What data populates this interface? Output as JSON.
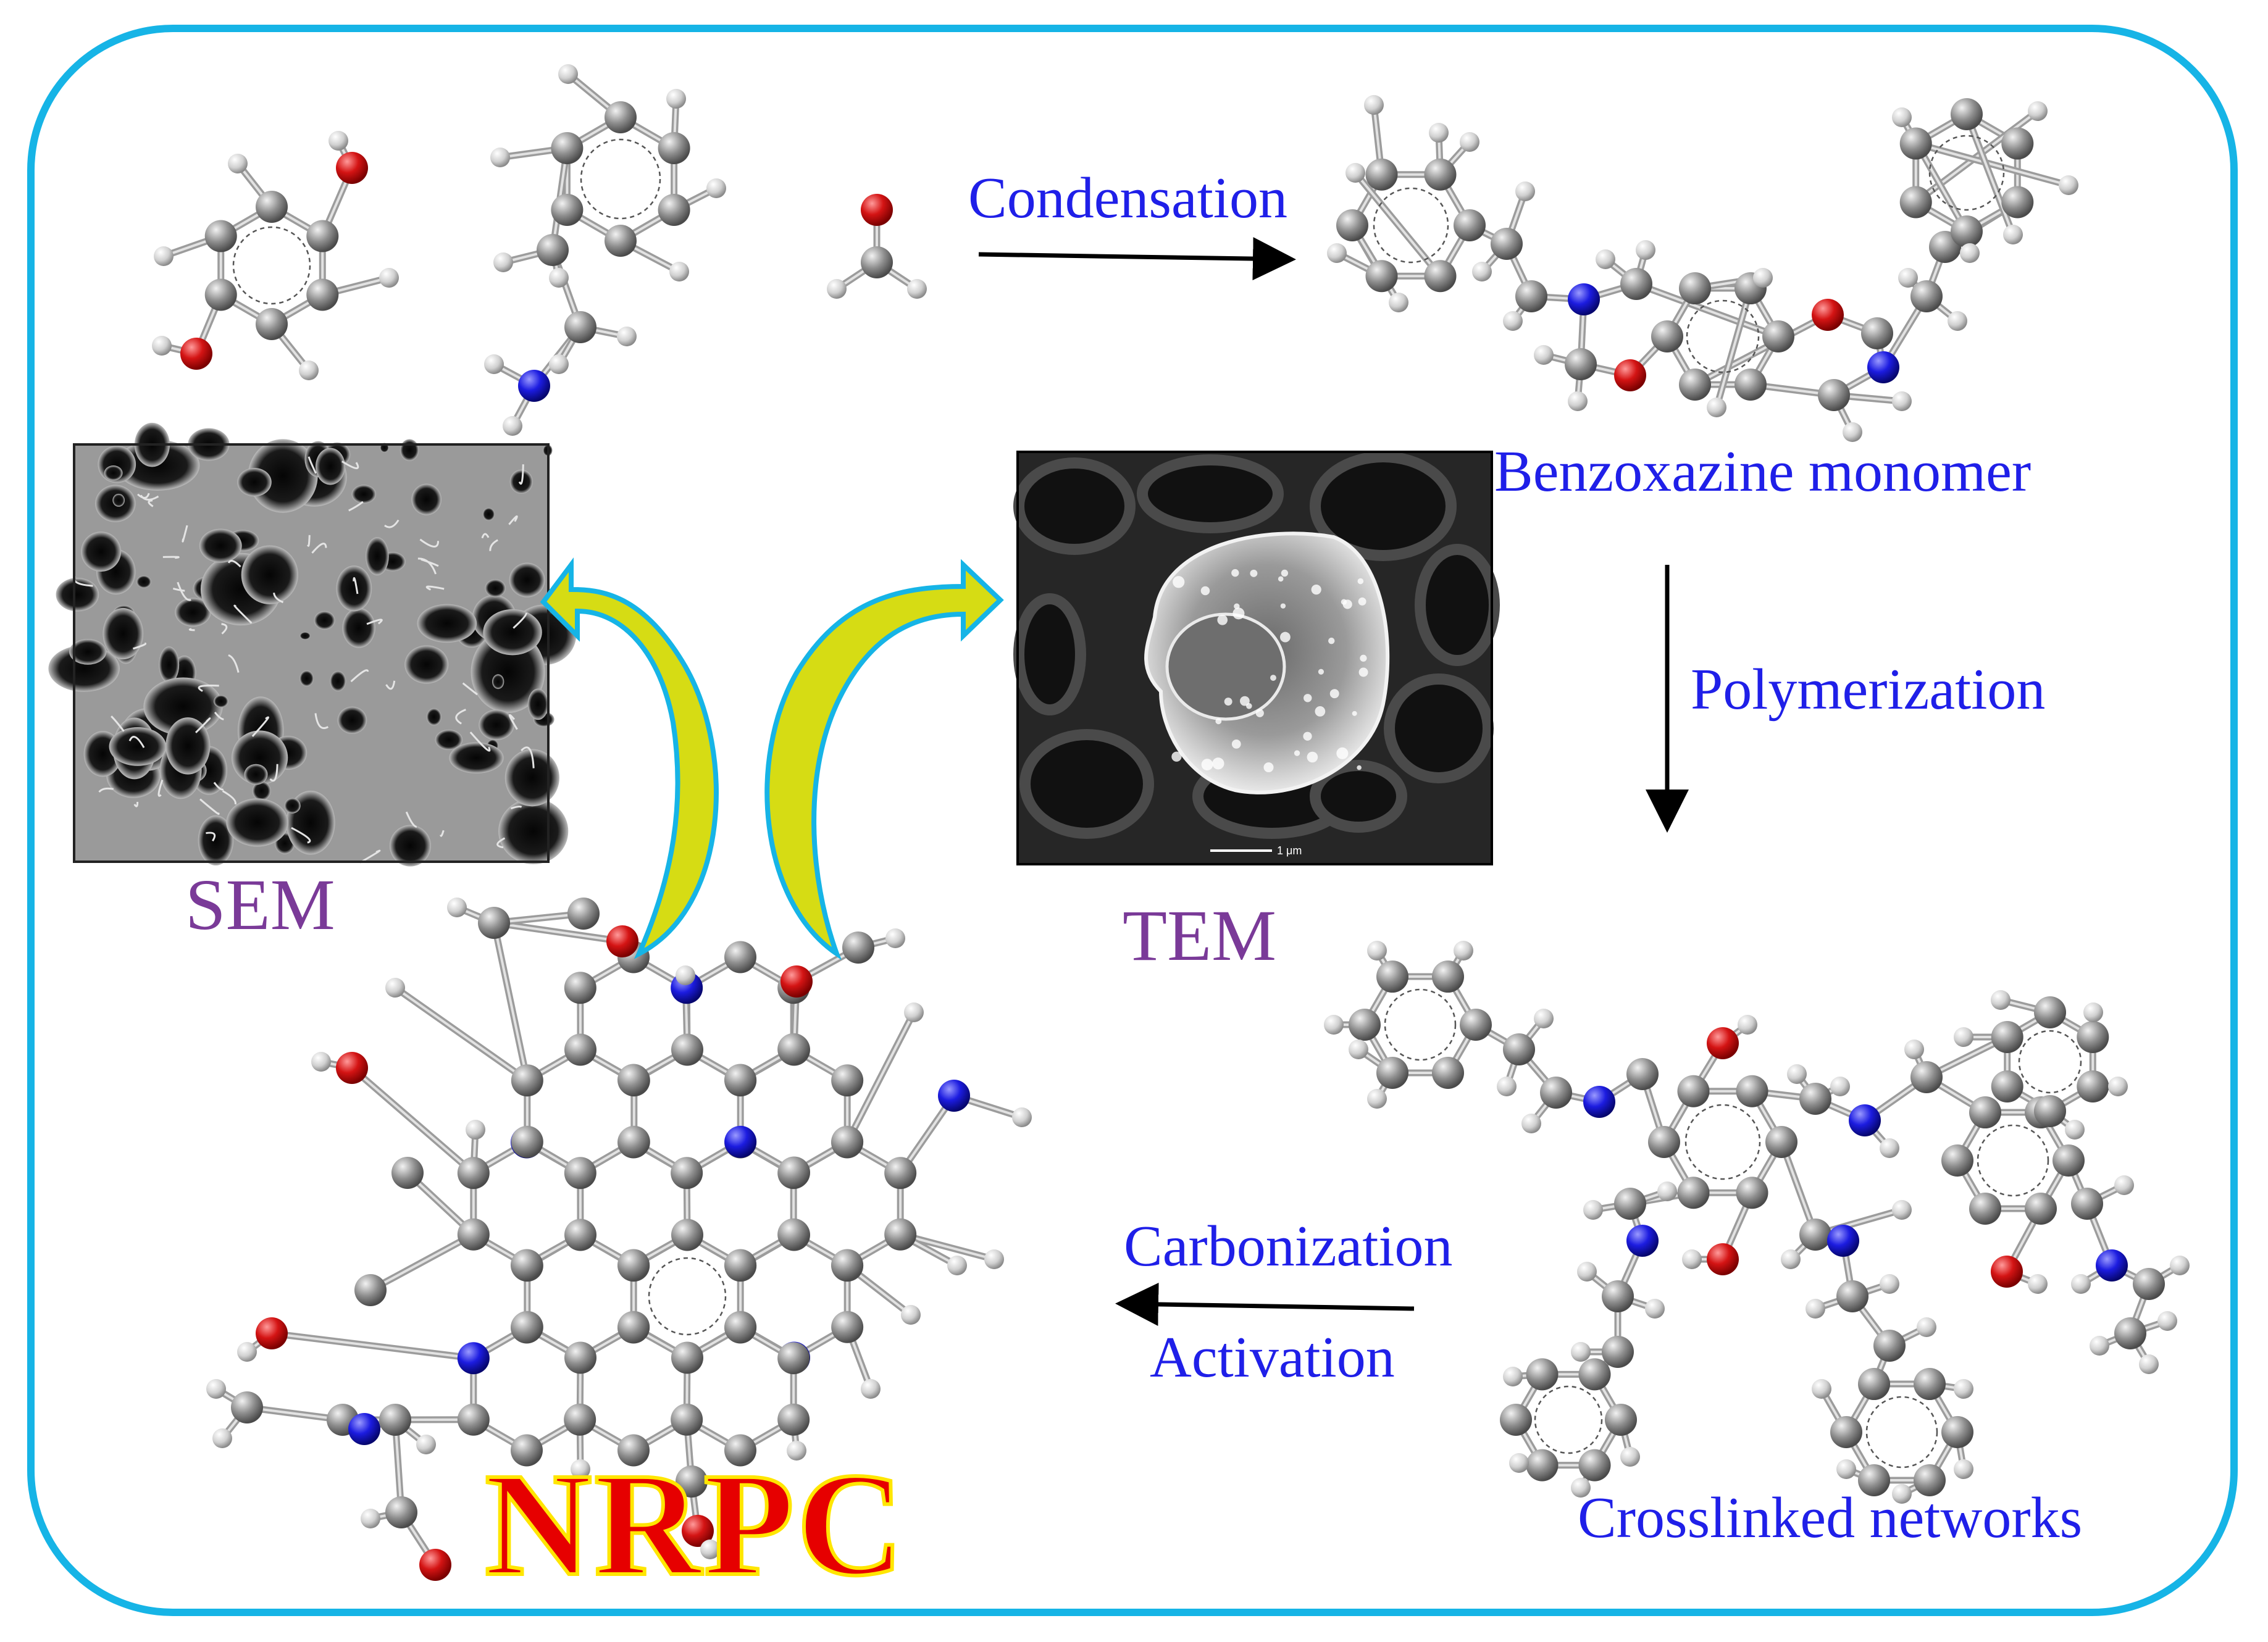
{
  "labels": {
    "condensation": "Condensation",
    "benzoxazine_monomer": "Benzoxazine monomer",
    "polymerization": "Polymerization",
    "carbonization": "Carbonization",
    "activation": "Activation",
    "crosslinked_networks": "Crosslinked networks",
    "sem": "SEM",
    "tem": "TEM",
    "nrpc": "NRPC",
    "tem_scale_bar": "1 μm"
  },
  "colors": {
    "frame": "#16b4e6",
    "carbon_atom": "#8a8a8a",
    "hydrogen_atom": "#d6d6d6",
    "oxygen_atom": "#d41414",
    "nitrogen_atom": "#1c1ce0",
    "label_blue": "#1f1fe8",
    "label_purple": "#7a3a98",
    "nrpc_fill": "#e60000",
    "nrpc_highlight": "#ffe600",
    "curved_arrow_fill": "#d6dc14"
  }
}
